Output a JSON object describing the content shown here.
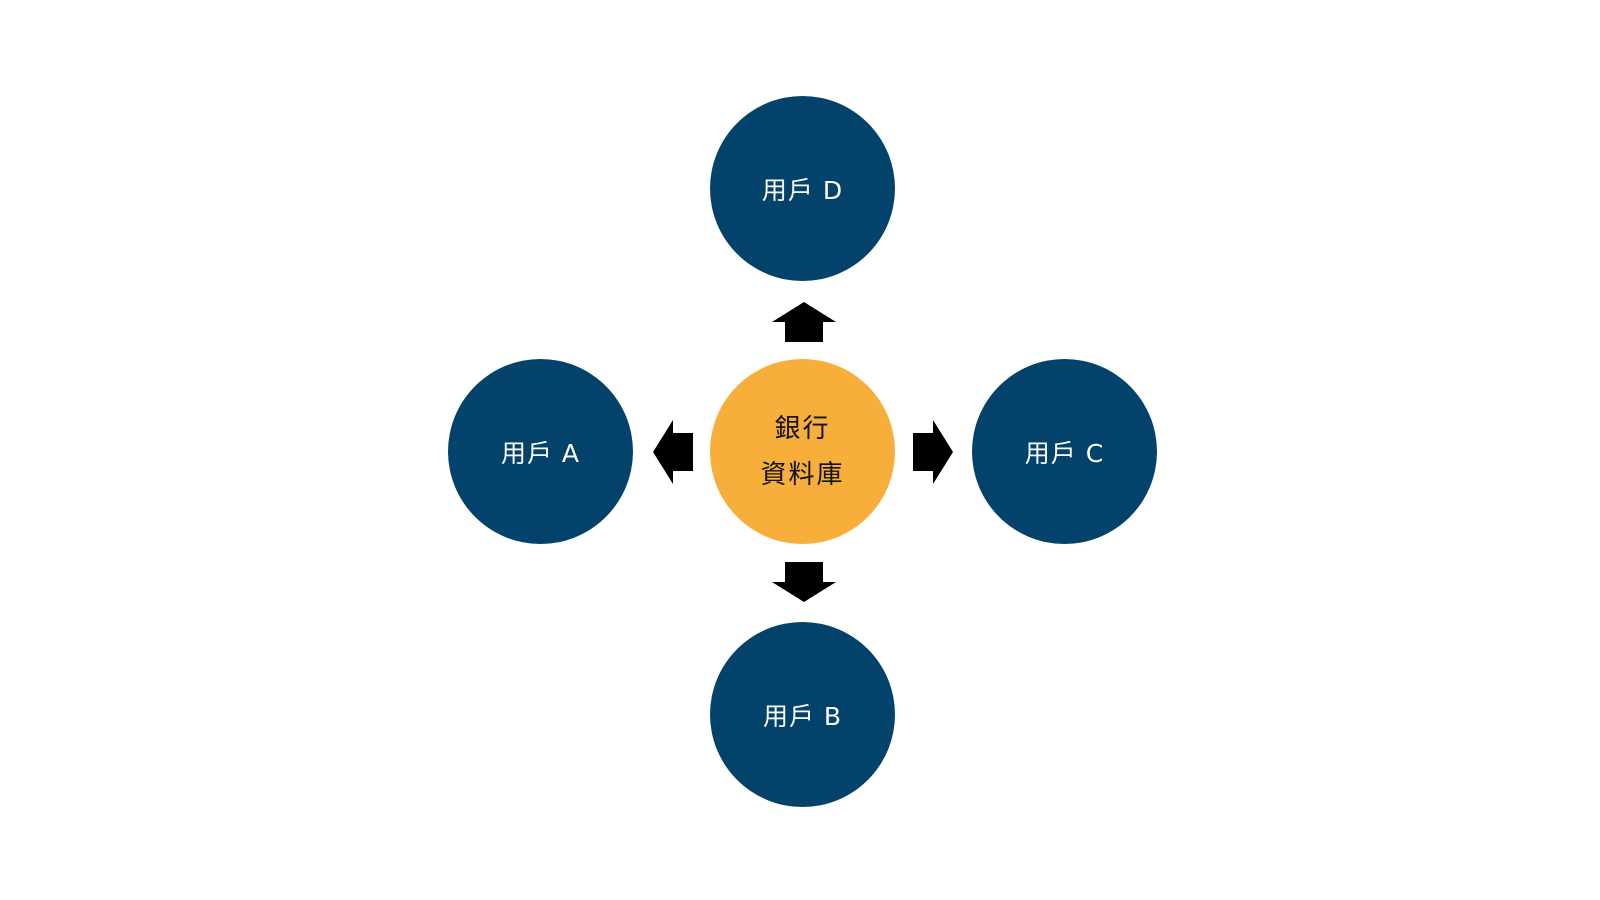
{
  "diagram": {
    "hub": {
      "line1": "銀行",
      "line2": "資料庫",
      "color": "#F8AE3B"
    },
    "clients": {
      "top": "用戶 D",
      "left": "用戶 A",
      "right": "用戶 C",
      "bottom": "用戶 B",
      "color": "#02426B"
    },
    "arrows": {
      "color": "#000000",
      "directions": [
        "up",
        "left",
        "right",
        "down"
      ]
    }
  }
}
